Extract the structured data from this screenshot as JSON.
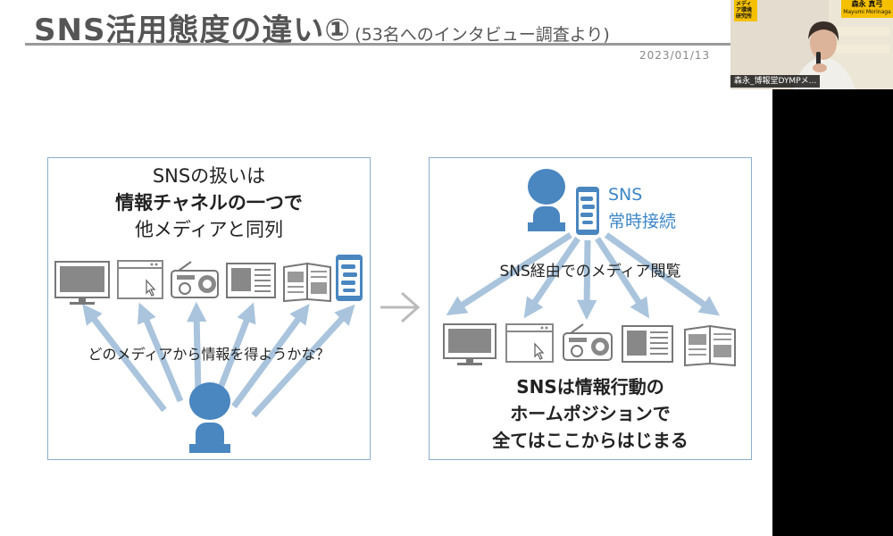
{
  "slide": {
    "title": "SNS活用態度の違い①",
    "subtitle": "(53名へのインタビュー調査より)",
    "date": "2023/01/13"
  },
  "left_panel": {
    "heading_line1": "SNSの扱いは",
    "heading_line2": "情報チャネルの一つで",
    "heading_line3": "他メディアと同列",
    "question": "どのメディアから情報を得ようかな？",
    "media_icons": [
      "tv-icon",
      "browser-icon",
      "radio-icon",
      "newspaper-icon",
      "magazine-icon",
      "smartphone-icon"
    ]
  },
  "right_panel": {
    "sns_label_line1": "SNS",
    "sns_label_line2": "常時接続",
    "via_text": "SNS経由でのメディア閲覧",
    "conclusion_line1": "SNSは情報行動の",
    "conclusion_line2": "ホームポジションで",
    "conclusion_line3": "全てはここからはじまる",
    "media_icons": [
      "tv-icon",
      "browser-icon",
      "radio-icon",
      "newspaper-icon",
      "magazine-icon"
    ]
  },
  "colors": {
    "accent_blue": "#4a86bf",
    "arrow_blue": "#a9c4dc",
    "sns_text_blue": "#3b86c8",
    "title_gray": "#555555",
    "icon_gray": "#777777",
    "webcam_yellow": "#f5c000"
  },
  "webcam": {
    "logo_text": "メディア環境研究所",
    "name": "森永 真弓",
    "name_romaji": "Mayumi Morinaga",
    "participant_label": "森永_博報堂DYMPメ..."
  }
}
